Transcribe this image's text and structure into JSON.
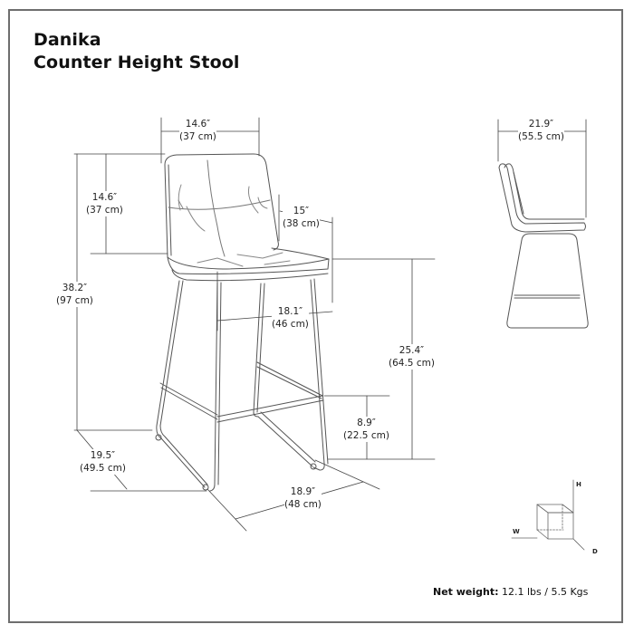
{
  "product": {
    "name": "Danika",
    "type": "Counter Height Stool"
  },
  "front_view": {
    "dimensions": {
      "back_width": {
        "imperial": "14.6″",
        "metric": "(37 cm)"
      },
      "backrest_height": {
        "imperial": "14.6″",
        "metric": "(37 cm)"
      },
      "overall_height": {
        "imperial": "38.2″",
        "metric": "(97 cm)"
      },
      "seat_depth": {
        "imperial": "15″",
        "metric": "(38 cm)"
      },
      "seat_width": {
        "imperial": "18.1″",
        "metric": "(46 cm)"
      },
      "seat_height": {
        "imperial": "25.4″",
        "metric": "(64.5 cm)"
      },
      "footrest_height": {
        "imperial": "8.9″",
        "metric": "(22.5 cm)"
      },
      "base_width": {
        "imperial": "19.5″",
        "metric": "(49.5 cm)"
      },
      "base_depth": {
        "imperial": "18.9″",
        "metric": "(48 cm)"
      }
    }
  },
  "side_view": {
    "dimensions": {
      "overall_depth": {
        "imperial": "21.9″",
        "metric": "(55.5 cm)"
      }
    }
  },
  "axis_legend": {
    "h": "H",
    "w": "W",
    "d": "D"
  },
  "net_weight": {
    "label": "Net weight:",
    "value": "12.1 lbs / 5.5 Kgs"
  },
  "colors": {
    "frame_border": "#6e6e6e",
    "line": "#555555",
    "text": "#1a1a1a"
  }
}
